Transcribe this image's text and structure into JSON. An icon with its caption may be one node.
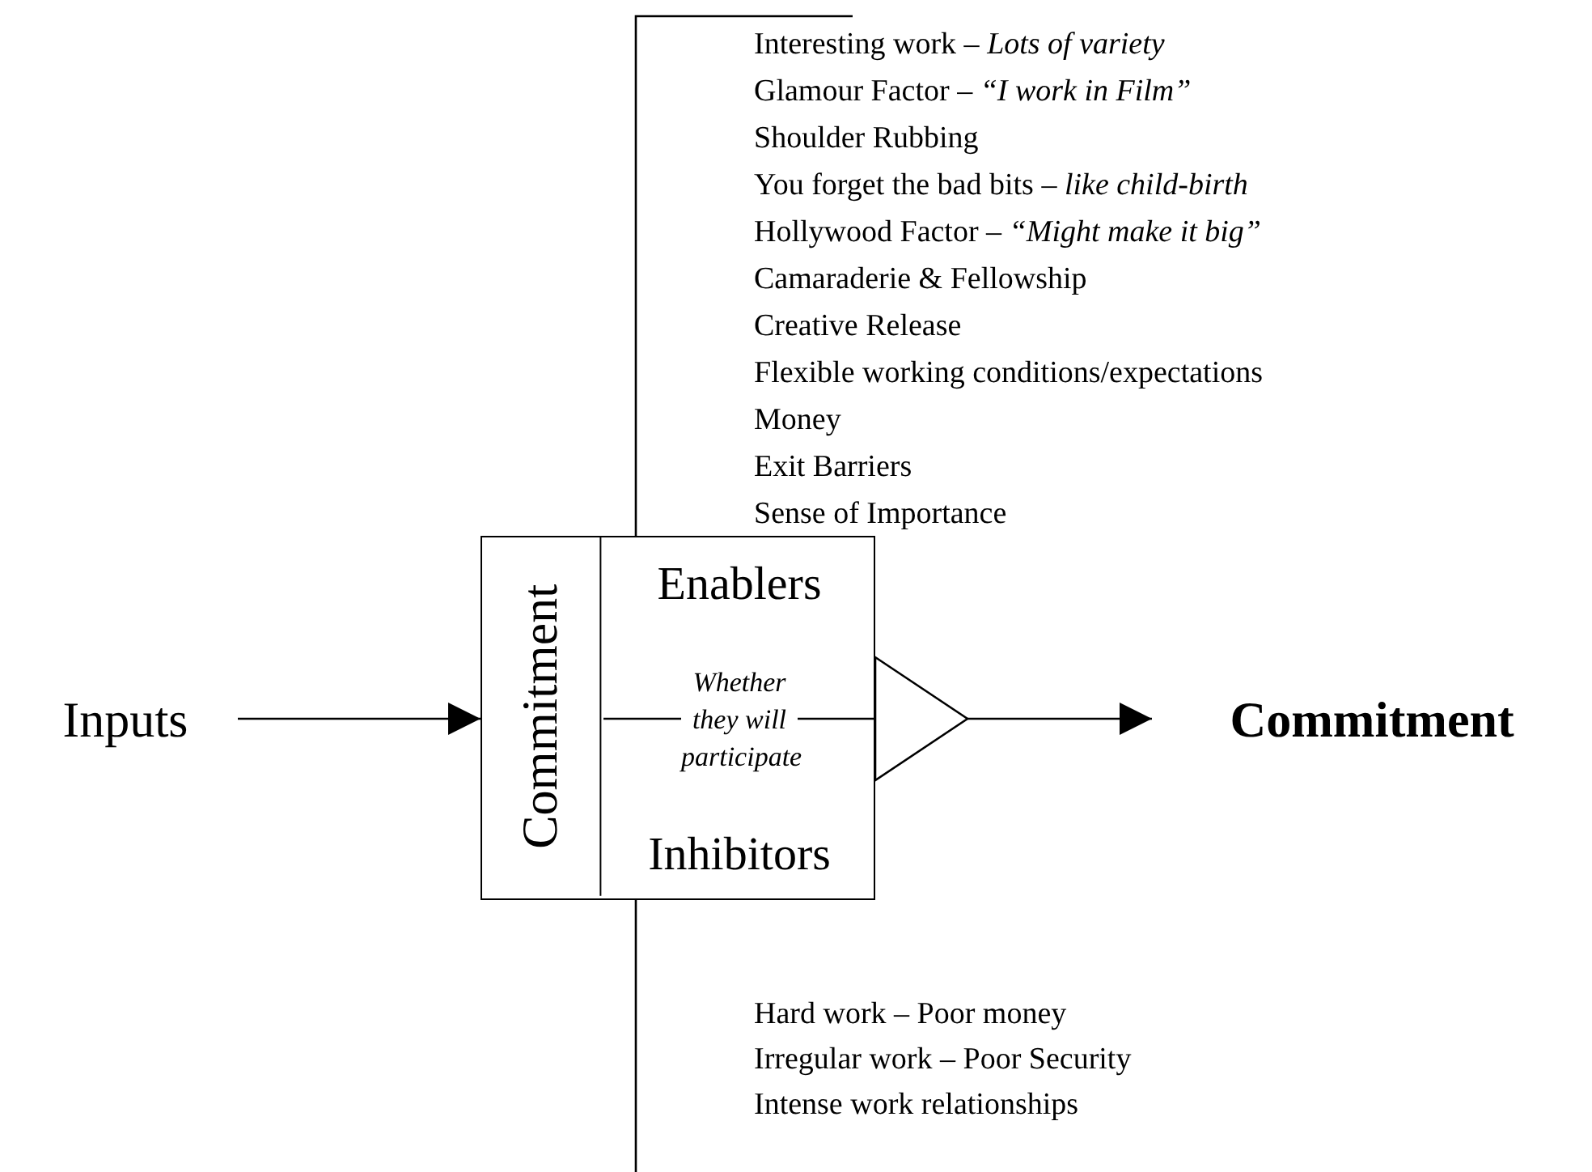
{
  "diagram": {
    "nodes": [
      {
        "text": [
          "Inputs"
        ]
      },
      {
        "text": [
          "Enablers",
          "Inhibitors"
        ]
      },
      {
        "text": [
          "Commitment"
        ],
        "in": 1
      },
      {
        "text": [],
        "shape": "triangle"
      },
      {
        "text": [
          "Commitment"
        ]
      }
    ],
    "edges": [
      {
        "from": 0,
        "to": 1,
        "arrow": "to"
      },
      {
        "from": 2,
        "to": 3,
        "arrow": "none",
        "label": "Whether they will participate"
      },
      {
        "from": 3,
        "to": 4,
        "arrow": "to"
      }
    ],
    "labels": [
      "Interesting work – *Lots of variety*",
      "Glamour Factor – *“I work in Film”*",
      "Shoulder Rubbing",
      "You forget the bad bits – *like child-birth*",
      "Hollywood Factor – *“Might make it big”*",
      "Camaraderie & Fellowship",
      "Creative Release",
      "Flexible working conditions/expectations",
      "Money",
      "Exit Barriers",
      "Sense of Importance",
      "Hard work – Poor money",
      "Irregular work – Poor Security",
      "Intense work relationships"
    ]
  }
}
